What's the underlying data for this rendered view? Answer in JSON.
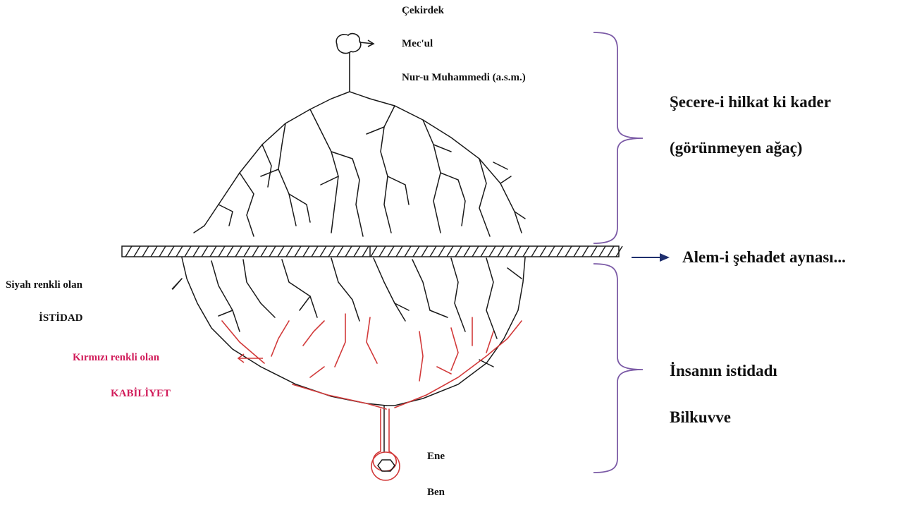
{
  "labels": {
    "cekirdek": "Çekirdek",
    "mecul": "Mec'ul",
    "nur": "Nur-u Muhammedi (a.s.m.)",
    "secere": "Şecere-i hilkat ki kader",
    "gorunmeyen": "(görünmeyen ağaç)",
    "alem": "Alem-i şehadet aynası...",
    "siyah": "Siyah renkli olan",
    "istidad": "İSTİDAD",
    "kirmizi": "Kırmızı renkli olan",
    "kabiliyet": "KABİLİYET",
    "insanin": "İnsanın istidadı",
    "bilkuvve": "Bilkuvve",
    "ene": "Ene",
    "ben": "Ben"
  },
  "colors": {
    "branch_black": "#1a1a1a",
    "branch_red": "#d23a3a",
    "brace": "#7b5aa6",
    "arrow_navy": "#1f2f6e",
    "label_red": "#d11c5a"
  }
}
